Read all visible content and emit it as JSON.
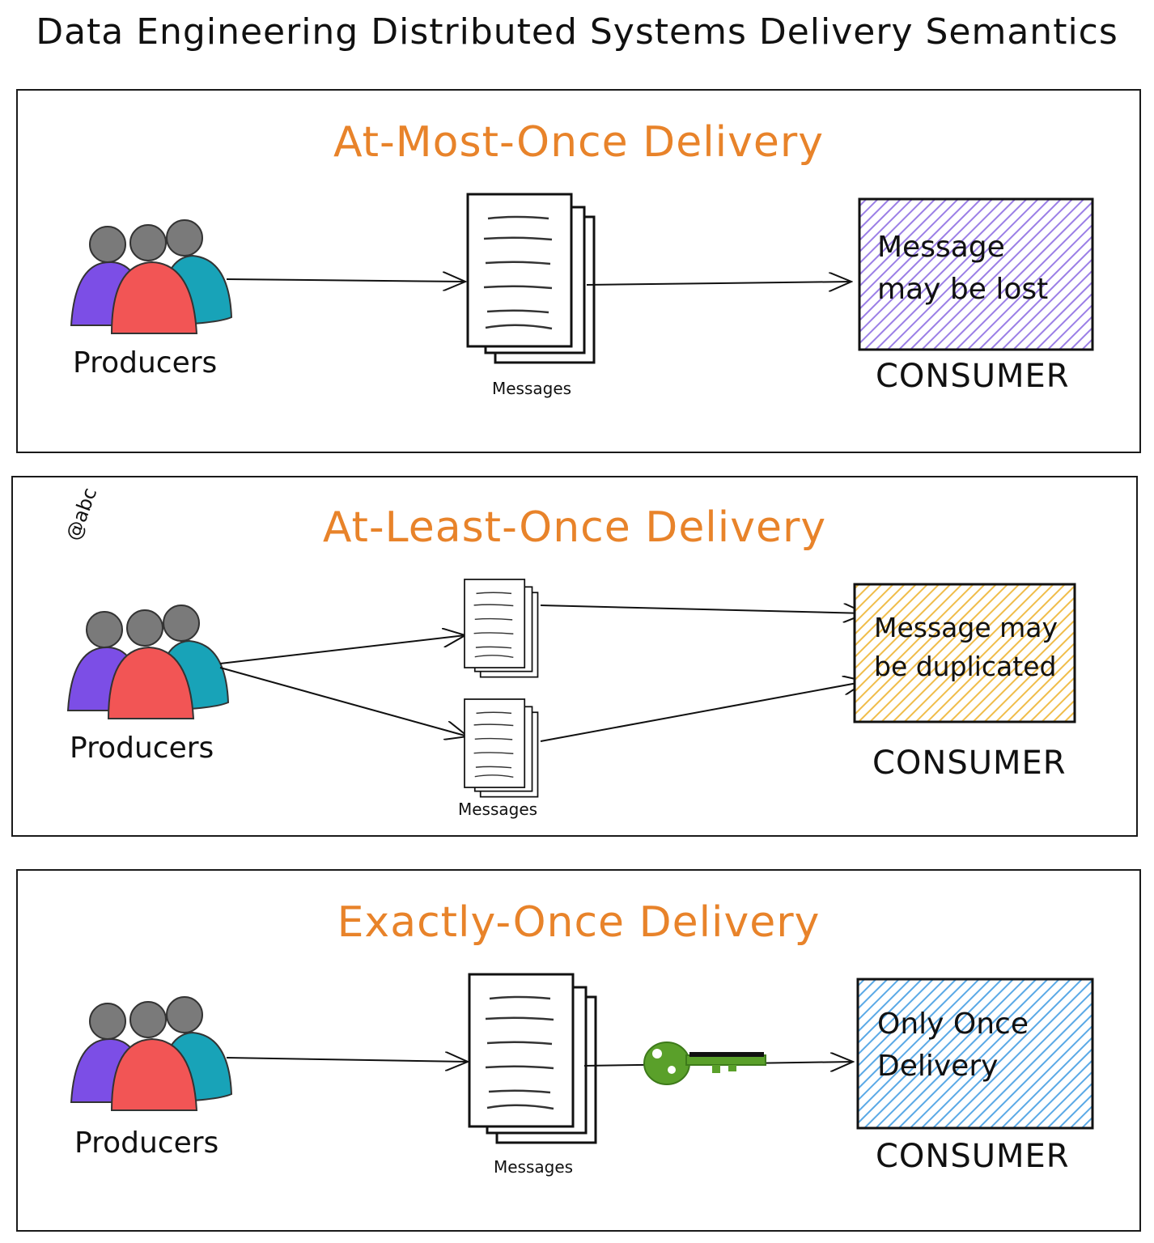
{
  "title": "Data Engineering Distributed Systems Delivery Semantics",
  "watermark": "@abc",
  "colors": {
    "accent": "#e8832a",
    "producer_purple": "#7c4ee6",
    "producer_red": "#f25555",
    "producer_teal": "#18a3b8",
    "producer_head": "#7a7a7a",
    "consumer_lost": "#9b7fe6",
    "consumer_duplicated": "#f0bd4a",
    "consumer_once": "#5aa9e6",
    "key_green": "#5aa02a"
  },
  "panels": [
    {
      "title": "At-Most-Once Delivery",
      "producers_label": "Producers",
      "messages_label": "Messages",
      "consumer_label": "CONSUMER",
      "consumer_text": "Message\nmay be lost"
    },
    {
      "title": "At-Least-Once Delivery",
      "producers_label": "Producers",
      "messages_label": "Messages",
      "consumer_label": "CONSUMER",
      "consumer_text": "Message may\nbe duplicated"
    },
    {
      "title": "Exactly-Once Delivery",
      "producers_label": "Producers",
      "messages_label": "Messages",
      "consumer_label": "CONSUMER",
      "consumer_text": "Only Once\nDelivery",
      "key_icon": "key-icon"
    }
  ]
}
